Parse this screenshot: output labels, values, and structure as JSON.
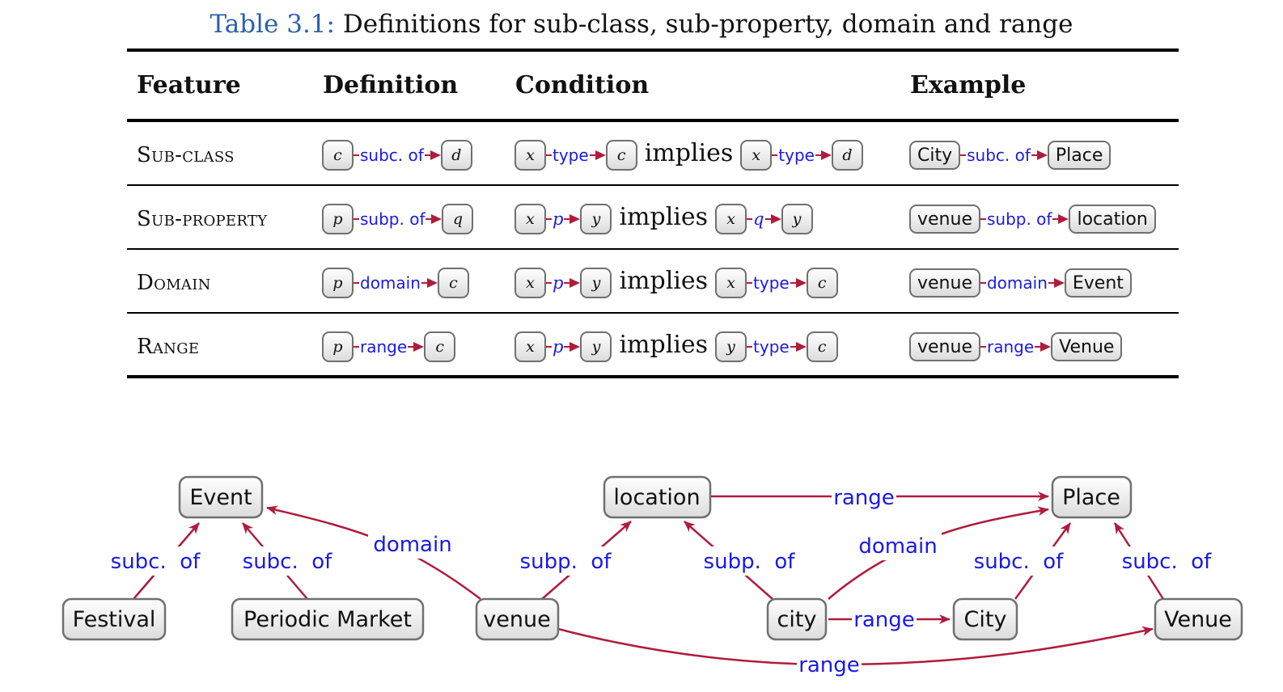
{
  "caption": {
    "number": "Table 3.1:",
    "title": " Definitions for sub-class, sub-property, domain and range"
  },
  "table": {
    "headers": {
      "feature": "Feature",
      "definition": "Definition",
      "condition": "Condition",
      "example": "Example"
    },
    "implies_word": "implies",
    "rows": [
      {
        "feature": "Sub-class",
        "definition": [
          "c",
          "subc. of",
          "d"
        ],
        "condition_left": [
          "x",
          "type",
          "c"
        ],
        "condition_right": [
          "x",
          "type",
          "d"
        ],
        "example": [
          "City",
          "subc. of",
          "Place"
        ]
      },
      {
        "feature": "Sub-property",
        "definition": [
          "p",
          "subp. of",
          "q"
        ],
        "condition_left": [
          "x",
          "p",
          "y"
        ],
        "condition_right": [
          "x",
          "q",
          "y"
        ],
        "example": [
          "venue",
          "subp. of",
          "location"
        ]
      },
      {
        "feature": "Domain",
        "definition": [
          "p",
          "domain",
          "c"
        ],
        "condition_left": [
          "x",
          "p",
          "y"
        ],
        "condition_right": [
          "x",
          "type",
          "c"
        ],
        "example": [
          "venue",
          "domain",
          "Event"
        ]
      },
      {
        "feature": "Range",
        "definition": [
          "p",
          "range",
          "c"
        ],
        "condition_left": [
          "x",
          "p",
          "y"
        ],
        "condition_right": [
          "y",
          "type",
          "c"
        ],
        "example": [
          "venue",
          "range",
          "Venue"
        ]
      }
    ]
  },
  "graph": {
    "nodes": {
      "event": "Event",
      "location": "location",
      "place": "Place",
      "festival": "Festival",
      "periodic_market": "Periodic Market",
      "venue_prop": "venue",
      "city_prop": "city",
      "city_class": "City",
      "venue_class": "Venue"
    },
    "edges": {
      "festival_event": "subc.  of",
      "market_event": "subc.  of",
      "venue_event": "domain",
      "venue_location": "subp.  of",
      "city_location": "subp.  of",
      "location_place": "range",
      "city_place": "domain",
      "city_city": "range",
      "cityclass_place": "subc.  of",
      "venueclass_place": "subc.  of",
      "venue_venue": "range"
    }
  },
  "colors": {
    "edge": "#b01c3c",
    "label": "#1a1ae6",
    "caption_number": "#2b5fae"
  }
}
